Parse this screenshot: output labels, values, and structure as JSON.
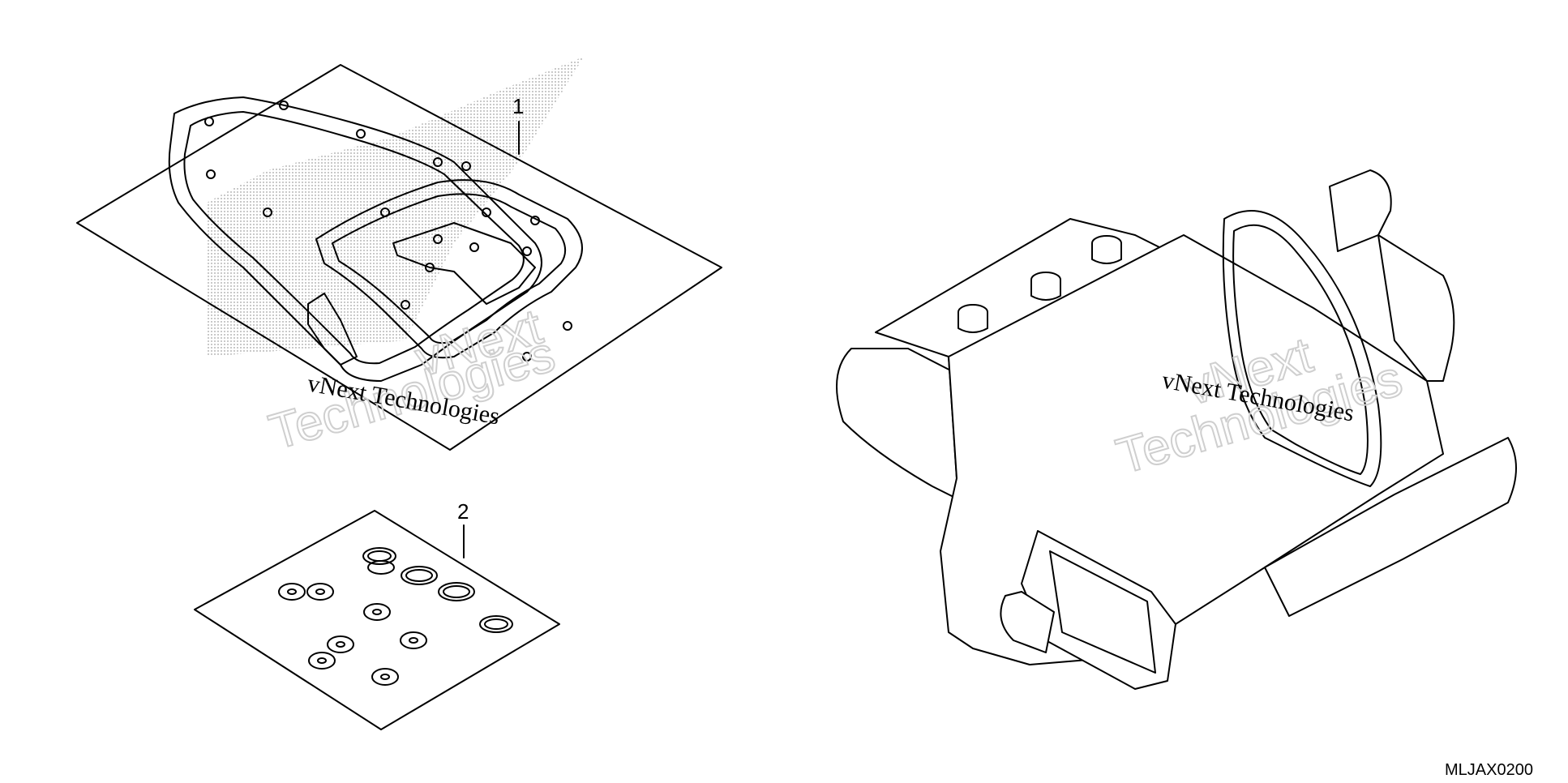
{
  "callouts": [
    {
      "number": "1"
    },
    {
      "number": "2"
    }
  ],
  "watermarks": {
    "line1": "vNext Technologies",
    "line2": "vNext",
    "line3": "Technologies"
  },
  "diagram_code": "MLJAX0200",
  "colors": {
    "line": "#000000",
    "watermark": "#cfcfcf",
    "background": "#ffffff"
  }
}
